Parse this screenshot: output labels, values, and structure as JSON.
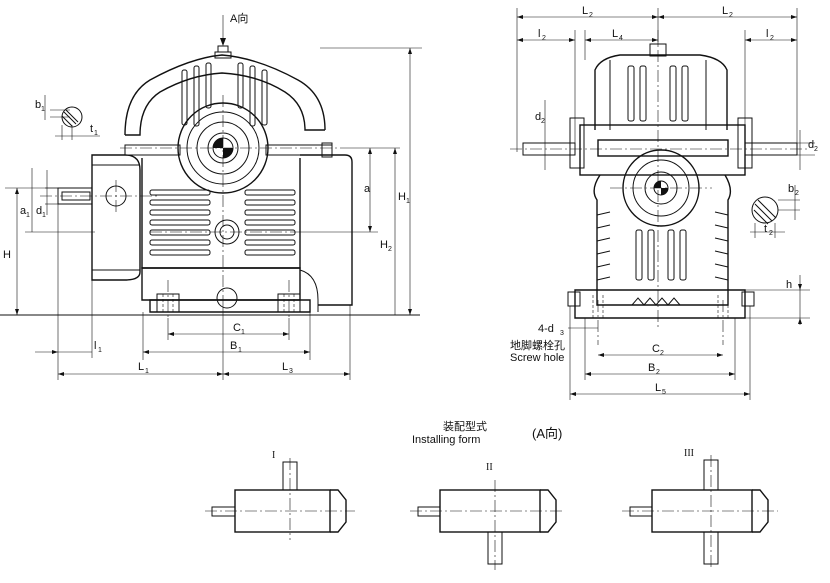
{
  "front_view": {
    "direction_label": "A向",
    "dims": {
      "H": "H",
      "H1": "H",
      "H1_sub": "1",
      "H2": "H",
      "H2_sub": "2",
      "a": "a",
      "a1": "a",
      "a1_sub": "1",
      "d1": "d",
      "d1_sub": "1",
      "b1": "b",
      "b1_sub": "1",
      "t1": "t",
      "t1_sub": "1",
      "C1": "C",
      "C1_sub": "1",
      "B1": "B",
      "B1_sub": "1",
      "L1": "L",
      "L1_sub": "1",
      "L3": "L",
      "L3_sub": "3",
      "l1": "l",
      "l1_sub": "1"
    }
  },
  "side_view": {
    "dims": {
      "L2a": "L",
      "L2a_sub": "2",
      "L2b": "L",
      "L2b_sub": "2",
      "l2a": "l",
      "l2a_sub": "2",
      "l2b": "l",
      "l2b_sub": "2",
      "L4": "L",
      "L4_sub": "4",
      "d2a": "d",
      "d2a_sub": "2",
      "d2b": "d",
      "d2b_sub": "2",
      "b2": "b",
      "b2_sub": "2",
      "t2": "t",
      "t2_sub": "2",
      "h": "h",
      "C2": "C",
      "C2_sub": "2",
      "B2": "B",
      "B2_sub": "2",
      "L5": "L",
      "L5_sub": "5"
    },
    "bolt_label": "4-d",
    "bolt_label_sub": "3",
    "bolt_cn": "地脚螺栓孔",
    "bolt_en": "Screw hole"
  },
  "installing_form": {
    "title_cn": "装配型式",
    "title_en": "Installing form",
    "direction": "(A向)",
    "forms": [
      "I",
      "II",
      "III"
    ]
  }
}
